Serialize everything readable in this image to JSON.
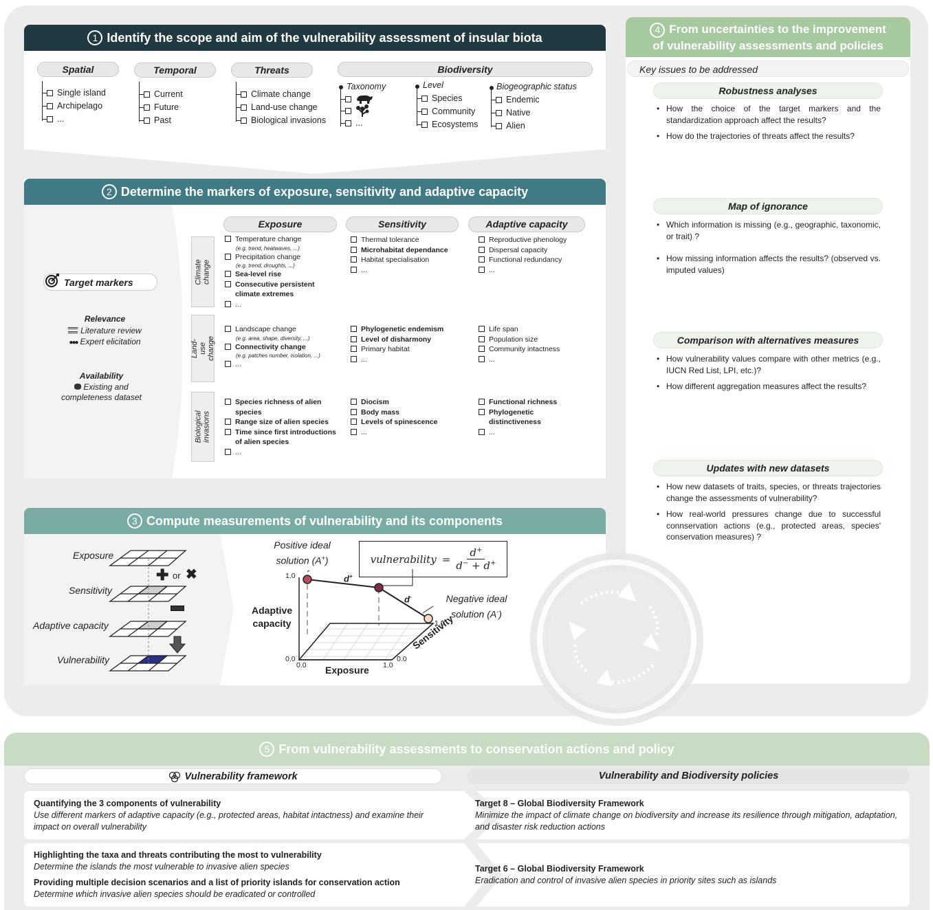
{
  "section1": {
    "number": "1",
    "title": "Identify the scope and aim of the vulnerability assessment of insular biota",
    "spatial": {
      "label": "Spatial",
      "items": [
        "Single island",
        "Archipelago",
        "..."
      ]
    },
    "temporal": {
      "label": "Temporal",
      "items": [
        "Current",
        "Future",
        "Past"
      ]
    },
    "threats": {
      "label": "Threats",
      "items": [
        "Climate change",
        "Land-use change",
        "Biological invasions"
      ]
    },
    "biodiversity": {
      "label": "Biodiversity",
      "taxonomy": {
        "label": "Taxonomy",
        "items": [
          "mammal-icon",
          "plant-icon",
          "..."
        ]
      },
      "level": {
        "label": "Level",
        "items": [
          "Species",
          "Community",
          "Ecosystems"
        ]
      },
      "biogeo": {
        "label": "Biogeographic status",
        "items": [
          "Endemic",
          "Native",
          "Alien"
        ]
      }
    }
  },
  "section2": {
    "number": "2",
    "title": "Determine the markers of exposure, sensitivity and adaptive capacity",
    "target_markers": "Target markers",
    "relevance": "Relevance",
    "literature": "Literature review",
    "expert": "Expert elicitation",
    "availability": "Availability",
    "dataset": "Existing and completeness dataset",
    "cols": [
      "Exposure",
      "Sensitivity",
      "Adaptive capacity"
    ],
    "rows": {
      "climate": {
        "label": "Climate change",
        "exposure": [
          {
            "t": "Temperature change",
            "b": false,
            "s": "(e.g. trend, heatwaves, ...)"
          },
          {
            "t": "Precipitation change",
            "b": false,
            "s": "(e.g. trend, droughts, ...)"
          },
          {
            "t": "Sea-level rise",
            "b": true
          },
          {
            "t": "Consecutive persistent climate extremes",
            "b": true
          },
          {
            "t": "...",
            "b": false
          }
        ],
        "sensitivity": [
          {
            "t": "Thermal tolerance",
            "b": false
          },
          {
            "t": "Microhabitat dependance",
            "b": true
          },
          {
            "t": "Habitat specialisation",
            "b": false
          },
          {
            "t": "...",
            "b": false
          }
        ],
        "adaptive": [
          {
            "t": "Reproductive phenology",
            "b": false
          },
          {
            "t": "Dispersal capacity",
            "b": false
          },
          {
            "t": "Functional redundancy",
            "b": false
          },
          {
            "t": "...",
            "b": false
          }
        ]
      },
      "landuse": {
        "label": "Land-use change",
        "exposure": [
          {
            "t": "Landscape change",
            "b": false,
            "s": "(e.g. area, shape, diversity, ...)"
          },
          {
            "t": "Connectivity change",
            "b": true,
            "s": "(e.g. patches number, isolation, ...)"
          },
          {
            "t": "...",
            "b": false
          }
        ],
        "sensitivity": [
          {
            "t": "Phylogenetic endemism",
            "b": true
          },
          {
            "t": "Level of disharmony",
            "b": true
          },
          {
            "t": "Primary habitat",
            "b": false
          },
          {
            "t": "...",
            "b": false
          }
        ],
        "adaptive": [
          {
            "t": "Life span",
            "b": false
          },
          {
            "t": "Population size",
            "b": false
          },
          {
            "t": "Community intactness",
            "b": false
          },
          {
            "t": "...",
            "b": false
          }
        ]
      },
      "bio": {
        "label": "Biological invasions",
        "exposure": [
          {
            "t": "Species richness of alien species",
            "b": true
          },
          {
            "t": "Range size of alien species",
            "b": true
          },
          {
            "t": "Time since first introductions of alien species",
            "b": true
          },
          {
            "t": "...",
            "b": false
          }
        ],
        "sensitivity": [
          {
            "t": "Diocism",
            "b": true
          },
          {
            "t": "Body mass",
            "b": true
          },
          {
            "t": "Levels of spinescence",
            "b": true
          },
          {
            "t": "...",
            "b": false
          }
        ],
        "adaptive": [
          {
            "t": "Functional richness",
            "b": true
          },
          {
            "t": "Phylogenetic distinctiveness",
            "b": true
          },
          {
            "t": "...",
            "b": false
          }
        ]
      }
    }
  },
  "section3": {
    "number": "3",
    "title": "Compute measurements of vulnerability and its components",
    "layers": [
      "Exposure",
      "Sensitivity",
      "Adaptive capacity",
      "Vulnerability"
    ],
    "or": "or",
    "pos_ideal_1": "Positive ideal",
    "pos_ideal_2": "solution (A",
    "pos_ideal_sup": "+",
    "neg_ideal_1": "Negative ideal",
    "neg_ideal_2": "solution (A",
    "neg_ideal_sup": "-",
    "formula_lhs": "vulnerability",
    "formula_num": "d",
    "formula_num_sup": "+",
    "formula_den_a": "d",
    "formula_den_a_sup": "−",
    "formula_den_b": "d",
    "formula_den_b_sup": "+",
    "d_plus": "d",
    "d_minus": "d",
    "adaptive_label_1": "Adaptive",
    "adaptive_label_2": "capacity",
    "exposure_label": "Exposure",
    "sensitivity_label": "Sensitivity",
    "ticks": {
      "y_top": "1.0",
      "y_bot": "0.0",
      "x_left": "0.0",
      "x_right": "1.0",
      "z_zero": "0.0",
      "z_one": "1.0"
    }
  },
  "section4": {
    "number": "4",
    "title_1": "From uncertainties to the improvement",
    "title_2": "of vulnerability assessments and policies",
    "key_issues": "Key issues to be addressed",
    "groups": [
      {
        "title": "Robustness analyses",
        "bullets": [
          "How the choice of the target markers and the standardization approach affect the results?",
          "How do the trajectories of threats affect the results?"
        ]
      },
      {
        "title": "Map of ignorance",
        "bullets": [
          "Which information is missing (e.g., geographic, taxonomic, or trait) ?",
          "How missing information affects the results? (observed vs. imputed values)"
        ]
      },
      {
        "title": "Comparison with alternatives measures",
        "bullets": [
          "How vulnerability values compare with other metrics (e.g., IUCN Red List, LPI, etc.)?",
          "How different aggregation measures affect the results?"
        ]
      },
      {
        "title": "Updates with new datasets",
        "bullets": [
          "How new datasets of traits, species, or threats trajectories change the assessments of vulnerability?",
          "How real-world pressures change due to successful connservation actions (e.g., protected areas, species' conservation measures) ?"
        ]
      }
    ]
  },
  "section5": {
    "number": "5",
    "title": "From vulnerability assessments to conservation actions and policy",
    "left_header": "Vulnerability framework",
    "right_header": "Vulnerability and Biodiversity policies",
    "box1_left_title": "Quantifying the 3 components of vulnerability",
    "box1_left_desc": "Use different markers of adaptive capacity (e.g., protected areas, habitat intactness) and examine their impact on overall vulnerability",
    "box1_right_title": "Target 8 – Global Biodiversity Framework",
    "box1_right_desc": "Minimize the impact of climate change on biodiversity and increase its resilience through mitigation, adaptation, and disaster risk reduction actions",
    "box2_left_title_a": "Highlighting the taxa and threats contributing the most to vulnerability",
    "box2_left_desc_a": "Determine the islands the most vulnerable to invasive alien species",
    "box2_left_title_b": "Providing multiple decision scenarios and a list of priority islands for conservation action",
    "box2_left_desc_b": "Determine which invasive alien species should be eradicated or controlled",
    "box2_right_title": "Target 6 – Global Biodiversity Framework",
    "box2_right_desc": "Eradication and control of invasive alien species in priority sites such as islands"
  },
  "colors": {
    "dark": "#213a42",
    "teal": "#3f7a85",
    "mid": "#78aca4",
    "green": "#a7c9a0",
    "pale": "#c7dcc2"
  }
}
